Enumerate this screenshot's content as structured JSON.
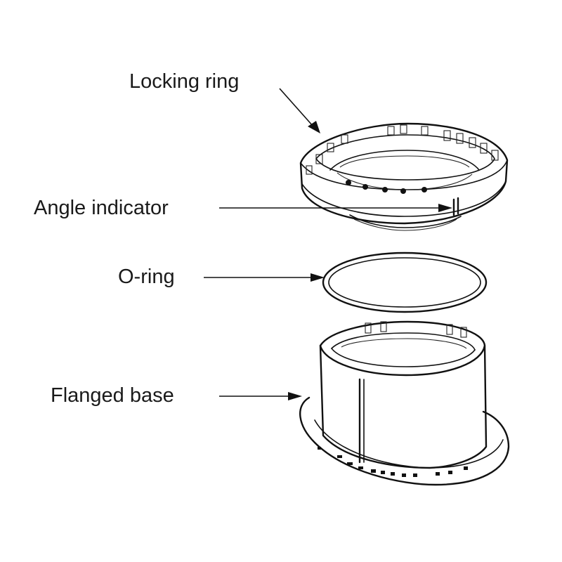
{
  "labels": {
    "locking_ring": "Locking ring",
    "angle_indicator": "Angle indicator",
    "o_ring": "O-ring",
    "flanged_base": "Flanged base"
  },
  "parts": [
    {
      "name": "Locking ring",
      "icon": "locking-ring-drawing"
    },
    {
      "name": "O-ring",
      "icon": "o-ring-drawing"
    },
    {
      "name": "Flanged base",
      "icon": "flanged-base-drawing"
    }
  ],
  "colors": {
    "line": "#111111",
    "background": "#ffffff"
  }
}
